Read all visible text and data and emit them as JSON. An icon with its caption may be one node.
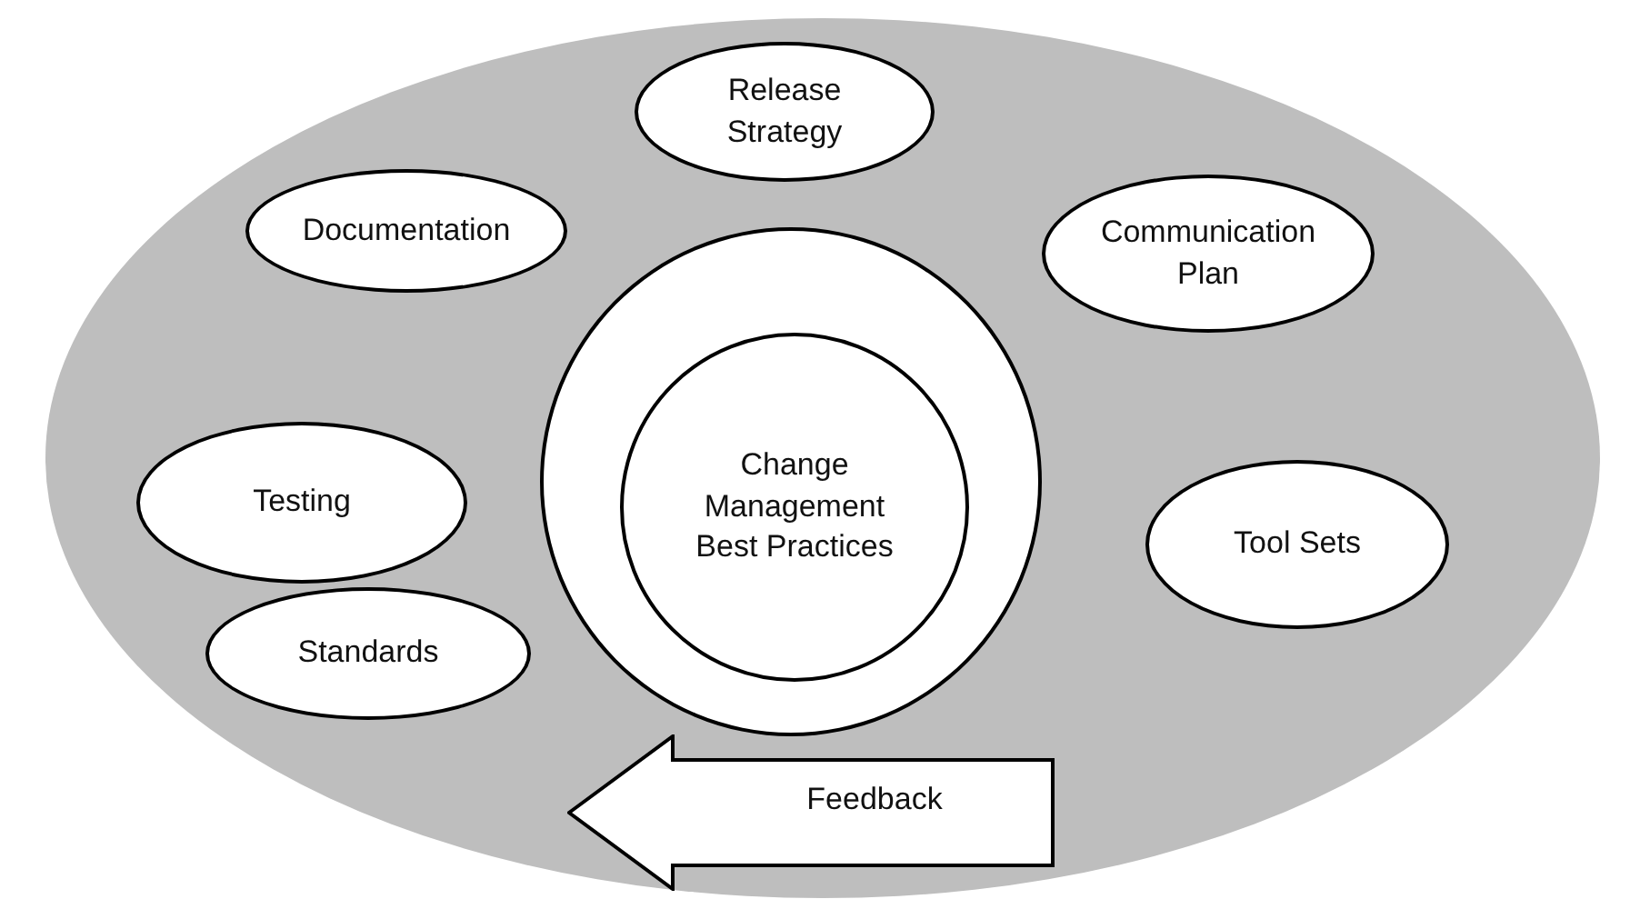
{
  "diagram": {
    "nodes": [
      {
        "text": [],
        "shape": "ellipse"
      },
      {
        "text": [
          "Release Strategy"
        ],
        "in": 0
      },
      {
        "text": [
          "Documentation"
        ],
        "in": 0
      },
      {
        "text": [
          "Communication Plan"
        ],
        "in": 0
      },
      {
        "text": [],
        "shape": "circle",
        "in": 0
      },
      {
        "text": [
          "Change Management Best Practices"
        ],
        "in": 4
      },
      {
        "text": [
          "Testing"
        ],
        "in": 0
      },
      {
        "text": [
          "Tool Sets"
        ],
        "in": 0
      },
      {
        "text": [
          "Standards"
        ],
        "in": 0
      },
      {
        "text": [
          "Feedback"
        ],
        "in": 0
      }
    ]
  }
}
